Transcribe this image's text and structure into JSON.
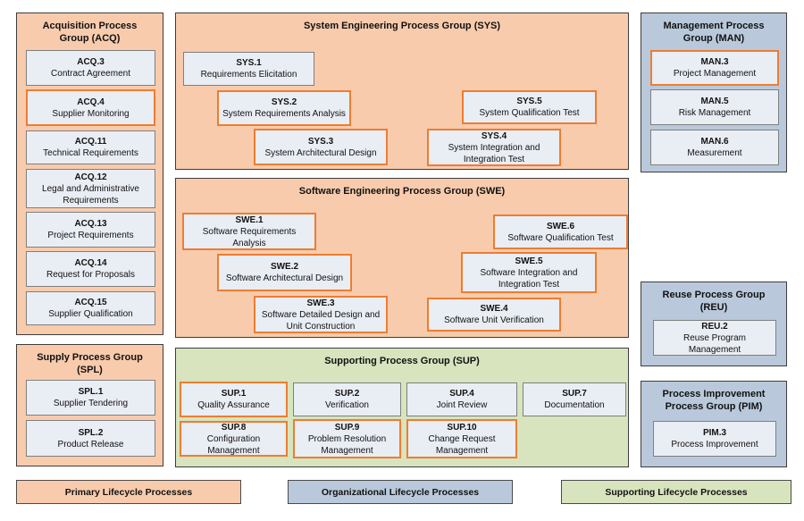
{
  "colors": {
    "primary_fill": "#F8CBAD",
    "organizational_fill": "#B9C9DB",
    "supporting_fill": "#D7E4BD",
    "process_box_fill": "#E9EDF4",
    "process_box_border": "#7F7F7F",
    "highlight_border": "#ED7D31",
    "group_border": "#3D3D3D"
  },
  "groups": {
    "acq": {
      "title": "Acquisition Process Group (ACQ)",
      "items": [
        {
          "code": "ACQ.3",
          "name": "Contract Agreement",
          "highlighted": false
        },
        {
          "code": "ACQ.4",
          "name": "Supplier Monitoring",
          "highlighted": true
        },
        {
          "code": "ACQ.11",
          "name": "Technical Requirements",
          "highlighted": false
        },
        {
          "code": "ACQ.12",
          "name": "Legal and Administrative Requirements",
          "highlighted": false
        },
        {
          "code": "ACQ.13",
          "name": "Project Requirements",
          "highlighted": false
        },
        {
          "code": "ACQ.14",
          "name": "Request for Proposals",
          "highlighted": false
        },
        {
          "code": "ACQ.15",
          "name": "Supplier Qualification",
          "highlighted": false
        }
      ]
    },
    "sys": {
      "title": "System Engineering Process Group (SYS)",
      "items": [
        {
          "code": "SYS.1",
          "name": "Requirements Elicitation",
          "highlighted": false
        },
        {
          "code": "SYS.2",
          "name": "System Requirements Analysis",
          "highlighted": true
        },
        {
          "code": "SYS.3",
          "name": "System Architectural Design",
          "highlighted": true
        },
        {
          "code": "SYS.4",
          "name": "System Integration and Integration Test",
          "highlighted": true
        },
        {
          "code": "SYS.5",
          "name": "System Qualification Test",
          "highlighted": true
        }
      ]
    },
    "swe": {
      "title": "Software Engineering Process Group (SWE)",
      "items": [
        {
          "code": "SWE.1",
          "name": "Software Requirements Analysis",
          "highlighted": true
        },
        {
          "code": "SWE.2",
          "name": "Software Architectural Design",
          "highlighted": true
        },
        {
          "code": "SWE.3",
          "name": "Software Detailed Design and Unit Construction",
          "highlighted": true
        },
        {
          "code": "SWE.4",
          "name": "Software Unit Verification",
          "highlighted": true
        },
        {
          "code": "SWE.5",
          "name": "Software Integration and Integration Test",
          "highlighted": true
        },
        {
          "code": "SWE.6",
          "name": "Software Qualification Test",
          "highlighted": true
        }
      ]
    },
    "sup": {
      "title": "Supporting Process Group (SUP)",
      "items": [
        {
          "code": "SUP.1",
          "name": "Quality Assurance",
          "highlighted": true
        },
        {
          "code": "SUP.2",
          "name": "Verification",
          "highlighted": false
        },
        {
          "code": "SUP.4",
          "name": "Joint Review",
          "highlighted": false
        },
        {
          "code": "SUP.7",
          "name": "Documentation",
          "highlighted": false
        },
        {
          "code": "SUP.8",
          "name": "Configuration Management",
          "highlighted": true
        },
        {
          "code": "SUP.9",
          "name": "Problem Resolution Management",
          "highlighted": true
        },
        {
          "code": "SUP.10",
          "name": "Change Request Management",
          "highlighted": true
        }
      ]
    },
    "man": {
      "title": "Management Process Group (MAN)",
      "items": [
        {
          "code": "MAN.3",
          "name": "Project Management",
          "highlighted": true
        },
        {
          "code": "MAN.5",
          "name": "Risk Management",
          "highlighted": false
        },
        {
          "code": "MAN.6",
          "name": "Measurement",
          "highlighted": false
        }
      ]
    },
    "reu": {
      "title": "Reuse Process Group (REU)",
      "items": [
        {
          "code": "REU.2",
          "name": "Reuse Program Management",
          "highlighted": false
        }
      ]
    },
    "pim": {
      "title": "Process Improvement Process Group (PIM)",
      "items": [
        {
          "code": "PIM.3",
          "name": "Process Improvement",
          "highlighted": false
        }
      ]
    },
    "spl": {
      "title": "Supply Process Group (SPL)",
      "items": [
        {
          "code": "SPL.1",
          "name": "Supplier Tendering",
          "highlighted": false
        },
        {
          "code": "SPL.2",
          "name": "Product Release",
          "highlighted": false
        }
      ]
    }
  },
  "legend": {
    "items": [
      {
        "label": "Primary Lifecycle Processes",
        "color": "#F8CBAD"
      },
      {
        "label": "Organizational Lifecycle Processes",
        "color": "#B9C9DB"
      },
      {
        "label": "Supporting Lifecycle Processes",
        "color": "#D7E4BD"
      }
    ]
  }
}
